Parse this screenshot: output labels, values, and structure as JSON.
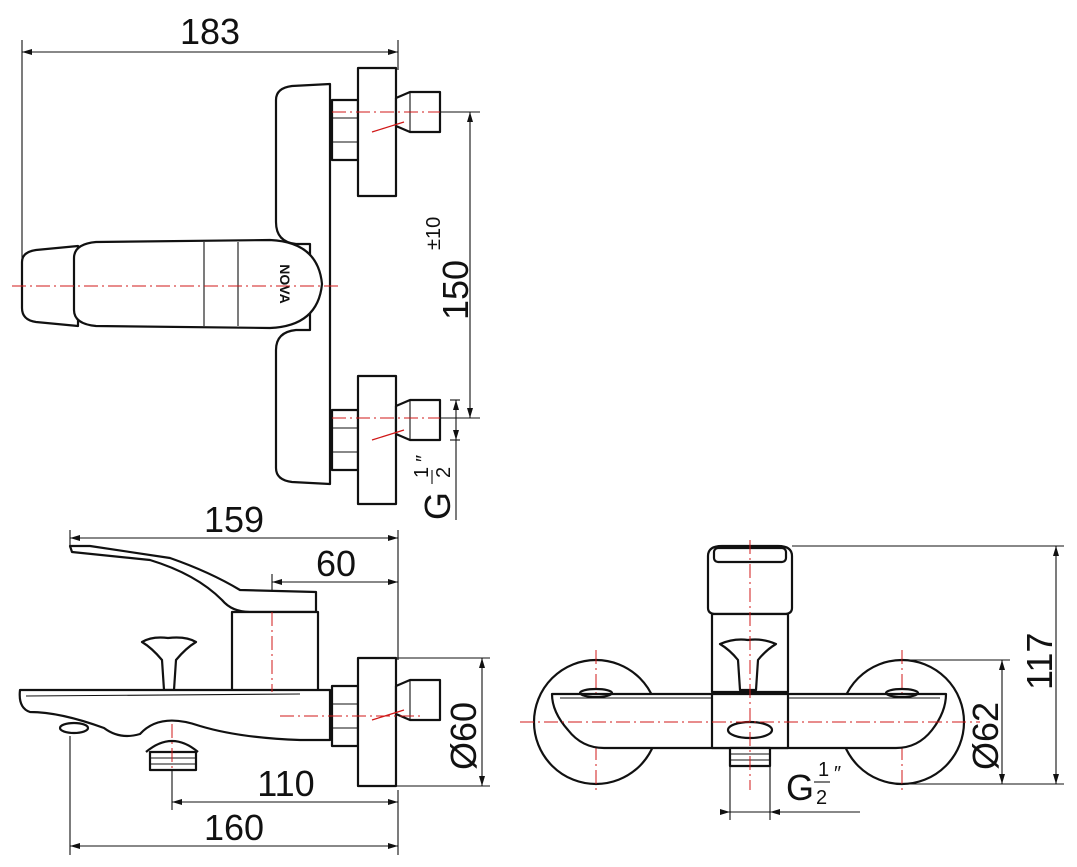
{
  "drawing": {
    "top_view": {
      "width_dim": "183",
      "height_dim": "150",
      "height_tol": "±10",
      "thread_letter": "G",
      "thread_num": "1",
      "thread_den": "2",
      "thread_suffix": "″",
      "logo_text": "NOVA"
    },
    "side_view": {
      "length_dim": "159",
      "body_dim": "60",
      "flange_diam": "Ø60",
      "spout_dim": "110",
      "total_dim": "160"
    },
    "front_view": {
      "flange_diam": "Ø62",
      "height_dim": "117",
      "thread_letter": "G",
      "thread_num": "1",
      "thread_den": "2",
      "thread_suffix": "″"
    }
  }
}
